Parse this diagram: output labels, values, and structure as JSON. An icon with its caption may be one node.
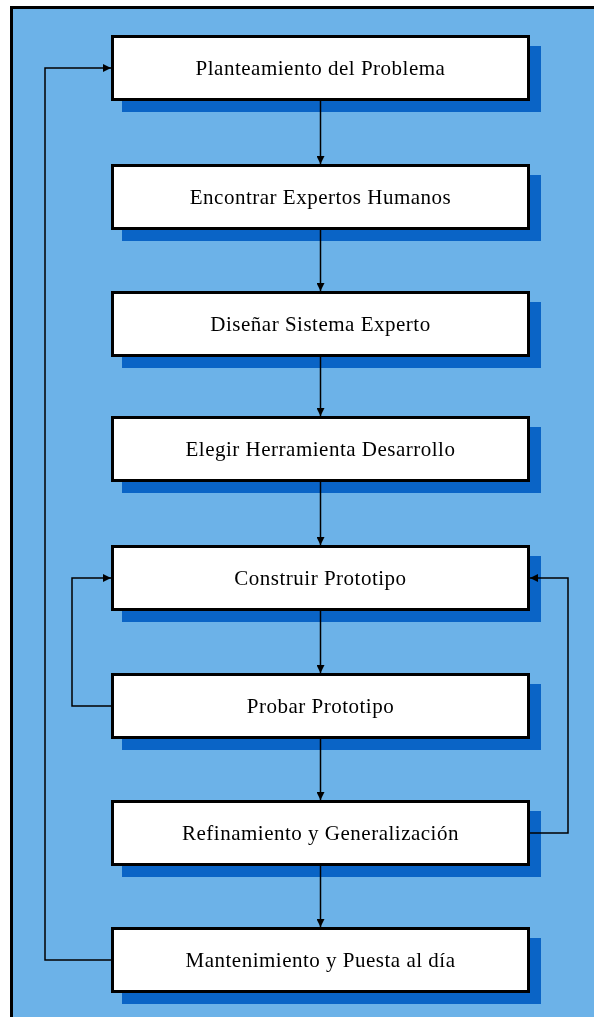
{
  "diagram": {
    "nodes": [
      {
        "text": [
          "Planteamiento del Problema"
        ]
      },
      {
        "text": [
          "Encontrar Expertos Humanos"
        ]
      },
      {
        "text": [
          "Diseñar Sistema Experto"
        ]
      },
      {
        "text": [
          "Elegir Herramienta Desarrollo"
        ]
      },
      {
        "text": [
          "Construir Prototipo"
        ]
      },
      {
        "text": [
          "Probar Prototipo"
        ]
      },
      {
        "text": [
          "Refinamiento y Generalización"
        ]
      },
      {
        "text": [
          "Mantenimiento y Puesta al día"
        ]
      }
    ],
    "edges": [
      {
        "from": 0,
        "to": 1,
        "arrow": "to"
      },
      {
        "from": 1,
        "to": 2,
        "arrow": "to"
      },
      {
        "from": 2,
        "to": 3,
        "arrow": "to"
      },
      {
        "from": 3,
        "to": 4,
        "arrow": "to"
      },
      {
        "from": 4,
        "to": 5,
        "arrow": "to"
      },
      {
        "from": 5,
        "to": 6,
        "arrow": "to"
      },
      {
        "from": 6,
        "to": 7,
        "arrow": "to"
      },
      {
        "from": 5,
        "to": 4,
        "arrow": "to"
      },
      {
        "from": 6,
        "to": 4,
        "arrow": "to"
      },
      {
        "from": 7,
        "to": 0,
        "arrow": "to"
      }
    ]
  }
}
